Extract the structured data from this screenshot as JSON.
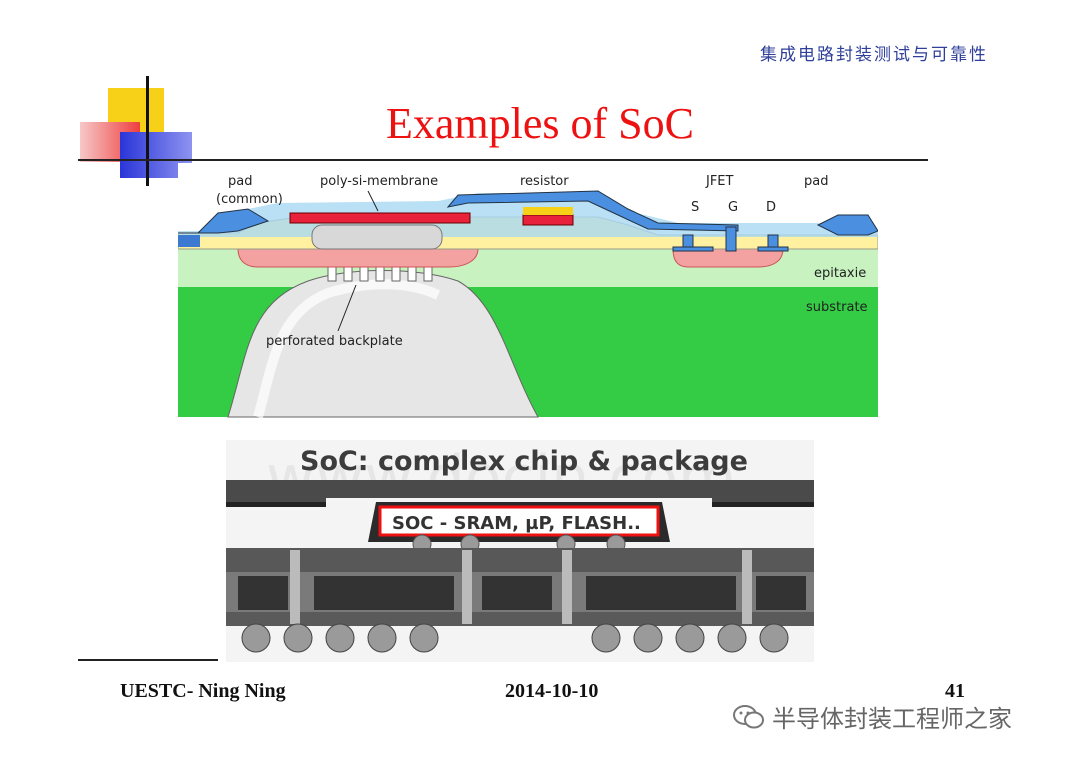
{
  "header": {
    "text": "集成电路封装测试与可靠性"
  },
  "slide": {
    "title": "Examples of SoC"
  },
  "figure1": {
    "labels": {
      "pad_common_1": "pad",
      "pad_common_2": "(common)",
      "membrane": "poly-si-membrane",
      "resistor": "resistor",
      "jfet": "JFET",
      "pad": "pad",
      "s": "S",
      "g": "G",
      "d": "D",
      "epitaxie": "epitaxie",
      "substrate": "substrate",
      "backplate": "perforated backplate"
    },
    "colors": {
      "epitaxy": "#c8f2c0",
      "substrate": "#33cc44",
      "metal_blue": "#4a8fe0",
      "red_layer": "#e8223a",
      "pink": "#f3a1a1",
      "yellow": "#fff1a0"
    }
  },
  "figure2": {
    "title": "SoC: complex chip & package",
    "chip_label": "SOC - SRAM, µP, FLASH..",
    "watermark": "www.docin.com"
  },
  "footer": {
    "author": "UESTC- Ning Ning",
    "date": "2014-10-10",
    "page": "41",
    "wechat": "半导体封装工程师之家"
  }
}
